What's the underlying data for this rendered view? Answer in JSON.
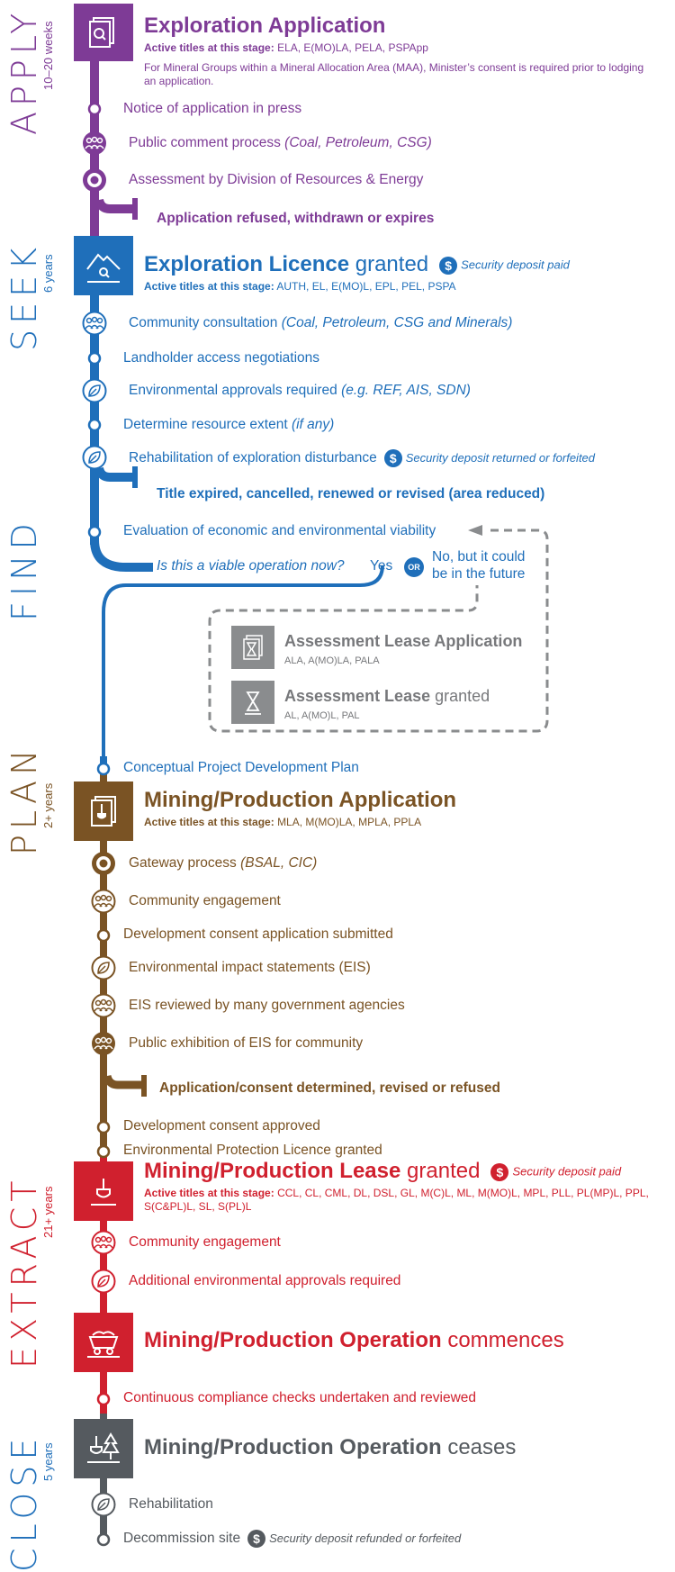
{
  "colors": {
    "apply": "#7e3b96",
    "seek": "#1f6fba",
    "plan": "#7a5324",
    "extract": "#d0202e",
    "close": "#555a5f",
    "gray": "#8a8c8e"
  },
  "stages": {
    "apply": {
      "label": "APPLY",
      "duration": "10–20 weeks"
    },
    "seek": {
      "label": "SEEK",
      "duration": "6 years"
    },
    "find": {
      "label": "FIND"
    },
    "plan": {
      "label": "PLAN",
      "duration": "2+ years"
    },
    "extract": {
      "label": "EXTRACT",
      "duration": "21+ years"
    },
    "close": {
      "label": "CLOSE",
      "duration": "5 years"
    }
  },
  "apply": {
    "title": "Exploration Application",
    "titles_label": "Active titles at this stage:",
    "titles": "ELA, E(MO)LA, PELA, PSPApp",
    "note": "For Mineral Groups within a Mineral Allocation Area (MAA), Minister’s consent is required prior to lodging an application.",
    "steps": [
      {
        "text": "Notice of application in press",
        "italic": ""
      },
      {
        "text": "Public comment process",
        "italic": "(Coal, Petroleum, CSG)"
      },
      {
        "text": "Assessment by Division of Resources & Energy",
        "italic": ""
      }
    ],
    "exit": "Application refused, withdrawn or expires"
  },
  "seek": {
    "title_bold": "Exploration Licence",
    "title_rest": "granted",
    "deposit": "Security deposit paid",
    "titles_label": "Active titles at this stage:",
    "titles": "AUTH, EL, E(MO)L, EPL, PEL, PSPA",
    "steps": [
      {
        "text": "Community consultation",
        "italic": "(Coal, Petroleum, CSG and Minerals)"
      },
      {
        "text": "Landholder access negotiations",
        "italic": ""
      },
      {
        "text": "Environmental approvals required",
        "italic": "(e.g. REF, AIS, SDN)"
      },
      {
        "text": "Determine resource extent",
        "italic": "(if any)"
      },
      {
        "text": "Rehabilitation of exploration disturbance",
        "italic": ""
      }
    ],
    "rehab_deposit": "Security deposit returned or forfeited",
    "exit": "Title expired, cancelled, renewed or revised (area reduced)",
    "evaluation": "Evaluation of economic and environmental viability",
    "question": "Is this a viable operation now?",
    "yes": "Yes",
    "or": "OR",
    "no_line1": "No, but it could",
    "no_line2": "be in the future"
  },
  "assessment": {
    "app_title": "Assessment Lease Application",
    "app_titles": "ALA, A(MO)LA, PALA",
    "lease_bold": "Assessment Lease",
    "lease_rest": "granted",
    "lease_titles": "AL, A(MO)L, PAL"
  },
  "concept": "Conceptual Project Development Plan",
  "plan": {
    "title": "Mining/Production Application",
    "titles_label": "Active titles at this stage:",
    "titles": "MLA, M(MO)LA, MPLA, PPLA",
    "steps": [
      {
        "text": "Gateway process",
        "italic": "(BSAL, CIC)"
      },
      {
        "text": "Community engagement",
        "italic": ""
      },
      {
        "text": "Development consent application submitted",
        "italic": ""
      },
      {
        "text": "Environmental impact statements (EIS)",
        "italic": ""
      },
      {
        "text": "EIS reviewed by many government agencies",
        "italic": ""
      },
      {
        "text": "Public exhibition of EIS for community",
        "italic": ""
      }
    ],
    "exit": "Application/consent determined, revised or refused",
    "after": [
      "Development consent approved",
      "Environmental Protection Licence granted"
    ]
  },
  "extract": {
    "title_bold": "Mining/Production Lease",
    "title_rest": "granted",
    "deposit": "Security deposit paid",
    "titles_label": "Active titles at this stage:",
    "titles": "CCL, CL, CML, DL, DSL, GL, M(C)L, ML, M(MO)L, MPL, PLL, PL(MP)L, PPL, S(C&PL)L, SL, S(PL)L",
    "steps": [
      "Community engagement",
      "Additional environmental approvals required"
    ],
    "op_bold": "Mining/Production Operation",
    "op_rest": "commences",
    "compliance": "Continuous compliance checks undertaken and reviewed"
  },
  "close": {
    "title_bold": "Mining/Production Operation",
    "title_rest": "ceases",
    "steps": [
      "Rehabilitation",
      "Decommission site"
    ],
    "deposit": "Security deposit refunded or forfeited"
  },
  "dollar": "$"
}
